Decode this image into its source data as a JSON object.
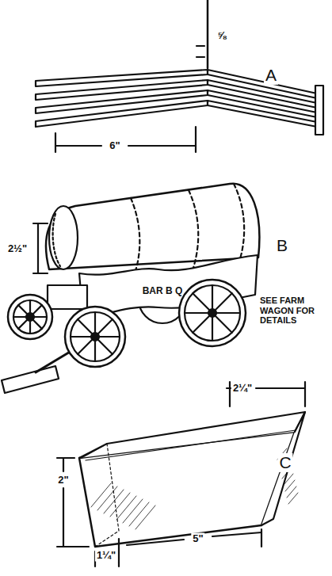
{
  "diagram": {
    "labels": [
      "⅝",
      "A",
      "6\"",
      "B",
      "2½\"",
      "SEE FARM WAGON FOR DETAILS",
      "BAR B Q",
      "C",
      "2¼\"",
      "2\"",
      "5\"",
      "1¼\""
    ]
  }
}
